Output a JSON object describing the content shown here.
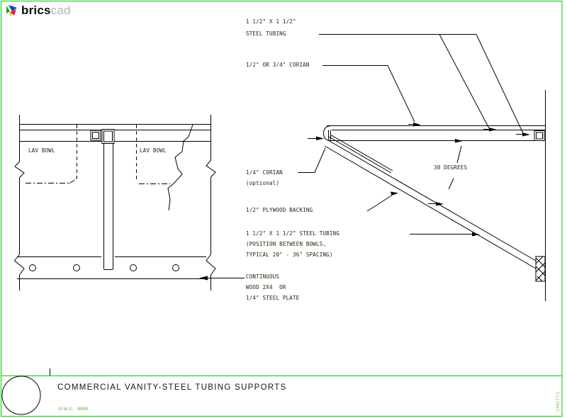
{
  "logo": {
    "brand_bold": "brics",
    "brand_light": "cad"
  },
  "drawing": {
    "annotations": {
      "tubing_top_line1": "1 1/2\" X 1 1/2\"",
      "tubing_top_line2": "STEEL TUBING",
      "corian_thickness": "1/2\" OR 3/4\" CORIAN",
      "corian_quarter_line1": "1/4\" CORIAN",
      "corian_quarter_line2": "(optional)",
      "plywood_backing": "1/2\" PLYWOOD BACKING",
      "tubing_mid_line1": "1 1/2\" X 1 1/2\" STEEL TUBING",
      "tubing_mid_line2": "(POSITION BETWEEN BOWLS,",
      "tubing_mid_line3": "TYPICAL 20\" - 36\" SPACING)",
      "continuous_line1": "CONTINUOUS",
      "continuous_line2": "WOOD 2X4  OR",
      "continuous_line3": "1/4\" STEEL PLATE",
      "angle_label": "30 DEGREES",
      "lav_bowl_left": "LAV BOWL",
      "lav_bowl_right": "LAV BOWL"
    }
  },
  "title_block": {
    "title": "COMMERCIAL VANITY-STEEL TUBING SUPPORTS",
    "scale_label": "SCALE: NONE",
    "sheet_code": "VANITY5"
  },
  "colors": {
    "sheet_border_green": "#00cc00",
    "line_black": "#000000",
    "annotation_text": "#22240f",
    "green_text": "#7f9f3f",
    "sheet_code_green": "#9cbe63",
    "logo_gray": "#b4b4b4"
  }
}
